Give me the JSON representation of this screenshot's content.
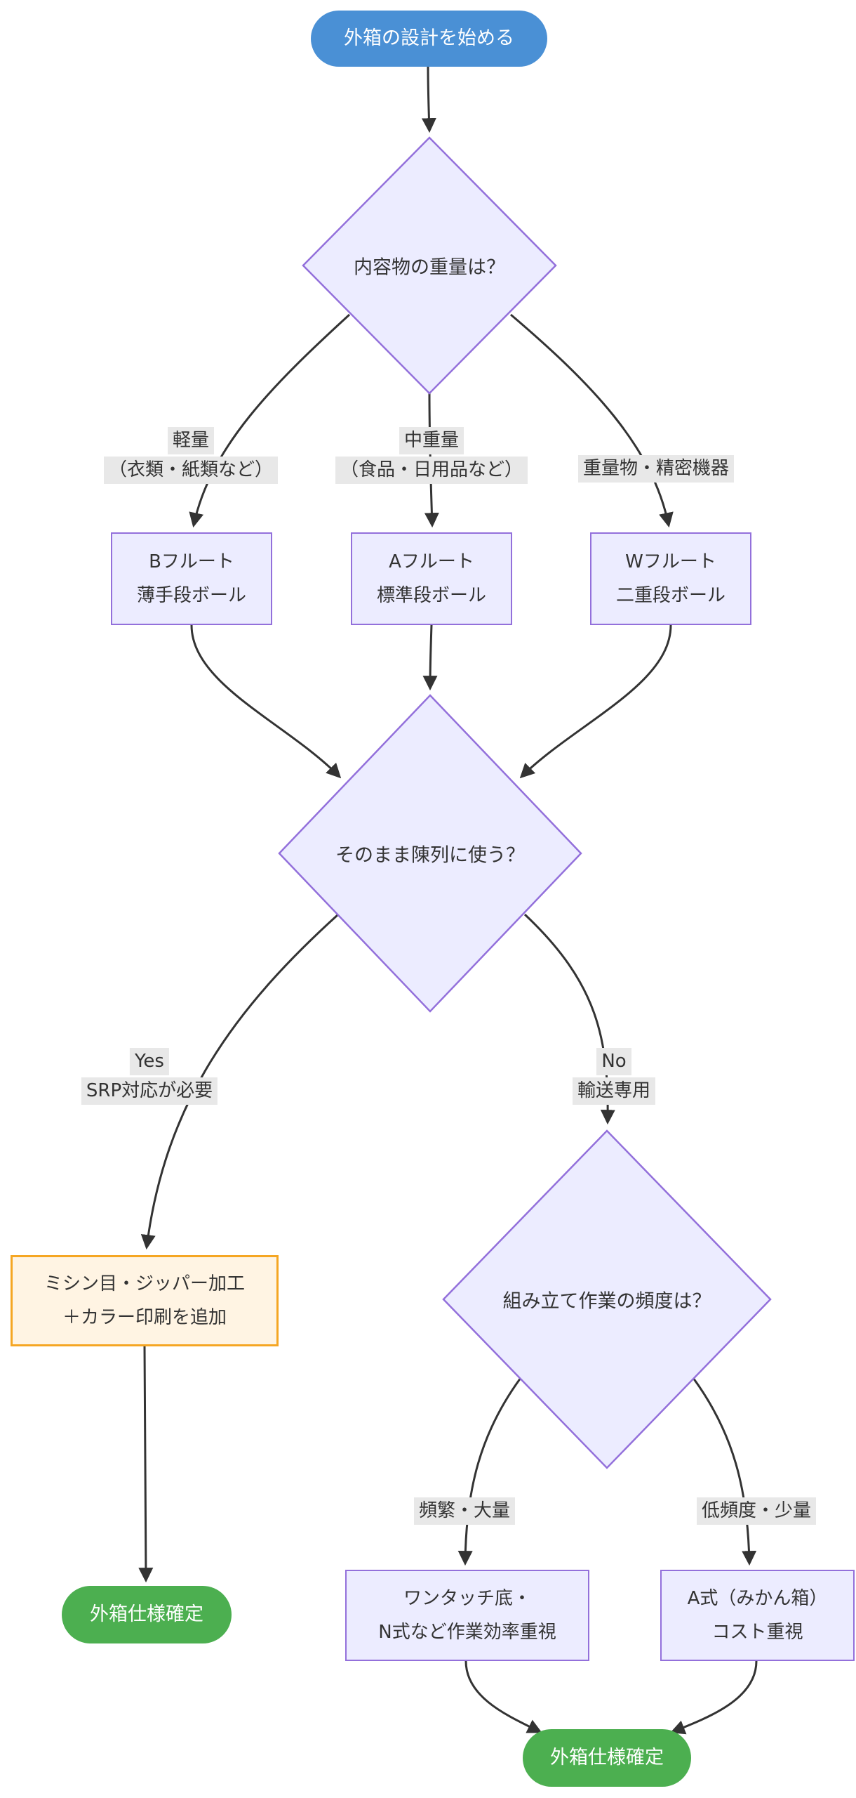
{
  "colors": {
    "edge": "#333333",
    "text": "#333333",
    "node-fill": "#ECECFF",
    "node-stroke": "#9370DB",
    "start-fill": "#4A90D5",
    "end-fill": "#4CAF50",
    "process-fill": "#FFF4E3",
    "process-stroke": "#F5A623",
    "label-bg": "#E8E8E8"
  },
  "nodes": {
    "start": {
      "label": "外箱の設計を始める"
    },
    "weight_decision": {
      "label": "内容物の重量は？"
    },
    "b_flute": {
      "line1": "Bフルート",
      "line2": "薄手段ボール"
    },
    "a_flute": {
      "line1": "Aフルート",
      "line2": "標準段ボール"
    },
    "w_flute": {
      "line1": "Wフルート",
      "line2": "二重段ボール"
    },
    "display_decision": {
      "label": "そのまま陳列に使う？"
    },
    "srp_process": {
      "line1": "ミシン目・ジッパー加工",
      "line2": "＋カラー印刷を追加"
    },
    "frequency_decision": {
      "label": "組み立て作業の頻度は？"
    },
    "efficiency": {
      "line1": "ワンタッチ底・",
      "line2": "N式など作業効率重視"
    },
    "a_type": {
      "line1": "A式（みかん箱）",
      "line2": "コスト重視"
    },
    "end_left": {
      "label": "外箱仕様確定"
    },
    "end_right": {
      "label": "外箱仕様確定"
    }
  },
  "edge_labels": {
    "light": {
      "line1": "軽量",
      "line2": "（衣類・紙類など）"
    },
    "medium": {
      "line1": "中重量",
      "line2": "（食品・日用品など）"
    },
    "heavy": {
      "line1": "重量物・精密機器"
    },
    "yes": {
      "line1": "Yes",
      "line2": "SRP対応が必要"
    },
    "no": {
      "line1": "No",
      "line2": "輸送専用"
    },
    "frequent": {
      "line1": "頻繁・大量"
    },
    "infrequent": {
      "line1": "低頻度・少量"
    }
  }
}
